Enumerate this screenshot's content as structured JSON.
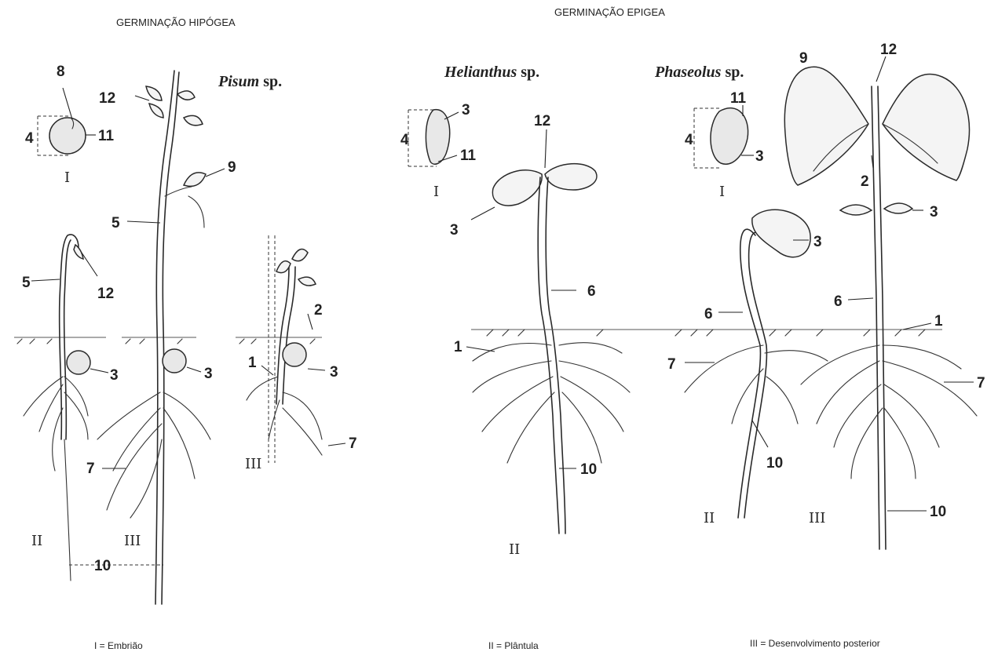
{
  "headings": {
    "hypogeal": "GERMINAÇÃO HIPÓGEA",
    "epigeal": "GERMINAÇÃO EPIGEA"
  },
  "species": {
    "pisum": {
      "genus": "Pisum",
      "suffix": " sp."
    },
    "helianthus": {
      "genus": "Helianthus",
      "suffix": " sp."
    },
    "phaseolus": {
      "genus": "Phaseolus",
      "suffix": " sp."
    }
  },
  "stage_labels": {
    "I": "I",
    "II": "II",
    "III": "III"
  },
  "numbers": [
    "1",
    "2",
    "3",
    "4",
    "5",
    "6",
    "7",
    "8",
    "9",
    "10",
    "11",
    "12"
  ],
  "legend": {
    "embryo": "I = Embrião",
    "seedling": "II = Plântula",
    "later": "III = Desenvolvimento posterior"
  }
}
